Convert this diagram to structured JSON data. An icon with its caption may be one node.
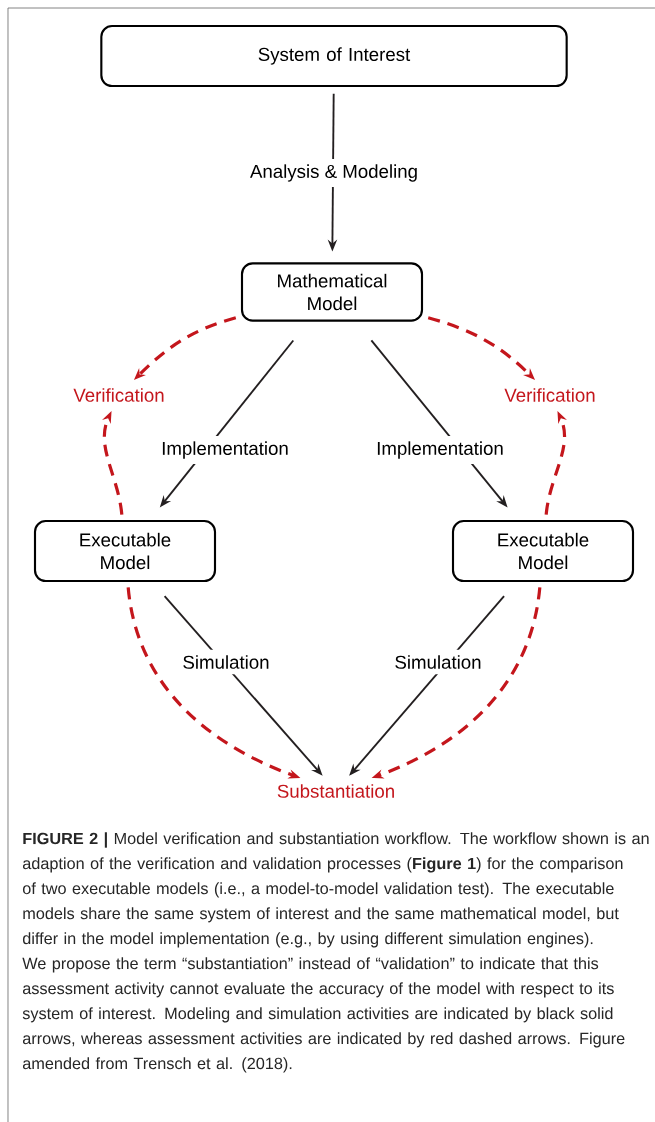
{
  "diagram": {
    "caption": "**FIGURE 2 |** Model verification and substantiation workflow. The workflow shown is an adaption of the verification and validation processes (**Figure 1**) for the comparison of two executable models (i.e., a model-to-model validation test). The executable models share the same system of interest and the same mathematical model, but differ in the model implementation (e.g., by using different simulation engines). We propose the term “substantiation” instead of “validation” to indicate that this assessment activity cannot evaluate the accuracy of the model with respect to its system of interest. Modeling and simulation activities are indicated by black solid arrows, whereas assessment activities are indicated by red dashed arrows. Figure amended from Trensch et al. (2018).",
    "nodes": [
      {
        "text": [
          "System of Interest"
        ]
      },
      {
        "text": [
          "Mathematical Model"
        ]
      },
      {
        "text": [
          "Verification"
        ]
      },
      {
        "text": [
          "Verification"
        ]
      },
      {
        "text": [
          "Executable Model"
        ]
      },
      {
        "text": [
          "Executable Model"
        ]
      },
      {
        "text": [
          "Substantiation"
        ]
      }
    ],
    "edges": [
      {
        "from": 0,
        "to": 1,
        "arrow": "to",
        "label": "Analysis & Modeling",
        "color": "#231f20"
      },
      {
        "from": 1,
        "to": 4,
        "arrow": "to",
        "label": "Implementation",
        "color": "#231f20"
      },
      {
        "from": 1,
        "to": 5,
        "arrow": "to",
        "label": "Implementation",
        "color": "#231f20"
      },
      {
        "from": 4,
        "to": 6,
        "arrow": "to",
        "label": "Simulation",
        "color": "#231f20"
      },
      {
        "from": 5,
        "to": 6,
        "arrow": "to",
        "label": "Simulation",
        "color": "#231f20"
      },
      {
        "from": 1,
        "to": 2,
        "arrow": "to",
        "style": "dashed"
      },
      {
        "from": 1,
        "to": 3,
        "arrow": "to",
        "style": "dashed"
      },
      {
        "from": 4,
        "to": 2,
        "arrow": "to",
        "style": "dashed"
      },
      {
        "from": 5,
        "to": 3,
        "arrow": "to",
        "style": "dashed"
      },
      {
        "from": 4,
        "to": 6,
        "arrow": "to",
        "style": "dashed"
      },
      {
        "from": 5,
        "to": 6,
        "arrow": "to",
        "style": "dashed"
      }
    ]
  }
}
